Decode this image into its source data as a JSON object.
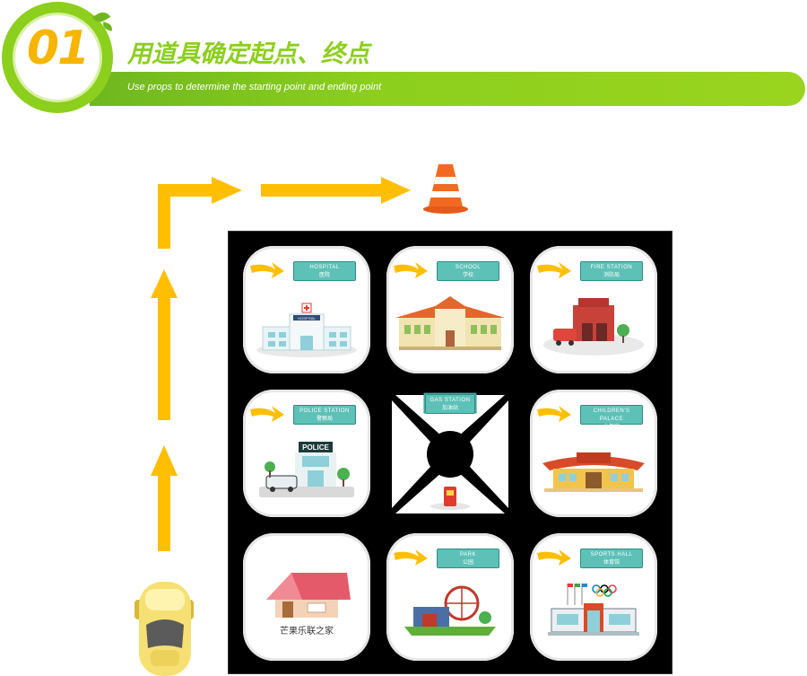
{
  "header": {
    "number": "01",
    "title_cn": "用道具确定起点、终点",
    "title_en": "Use props to determine the starting point and ending point"
  },
  "colors": {
    "accent_green": "#8ccf1d",
    "arrow_yellow": "#ffbf00",
    "sign_teal": "#5dc1b7",
    "cone_orange": "#f06a24"
  },
  "icons": {
    "start": "taxi-car-icon",
    "end": "traffic-cone-icon"
  },
  "tiles": {
    "hospital": {
      "en": "HOSPITAL",
      "cn": "医院"
    },
    "school": {
      "en": "SCHOOL",
      "cn": "学校"
    },
    "fire_station": {
      "en": "FIRE STATION",
      "cn": "消防局"
    },
    "police_station": {
      "en": "POLICE STATION",
      "cn": "警察局"
    },
    "children_palace": {
      "en": "CHILDREN'S PALACE",
      "cn": "少年宫"
    },
    "gas_station": {
      "en": "GAS STATION",
      "cn": "加油站"
    },
    "house": {
      "cn": "芒果乐联之家"
    },
    "park": {
      "en": "PARK",
      "cn": "公园"
    },
    "sports_hall": {
      "en": "SPORTS HALL",
      "cn": "体育馆"
    }
  },
  "buildings": {
    "hospital_sign": "HOSPITAL",
    "police_sign": "POLICE"
  }
}
